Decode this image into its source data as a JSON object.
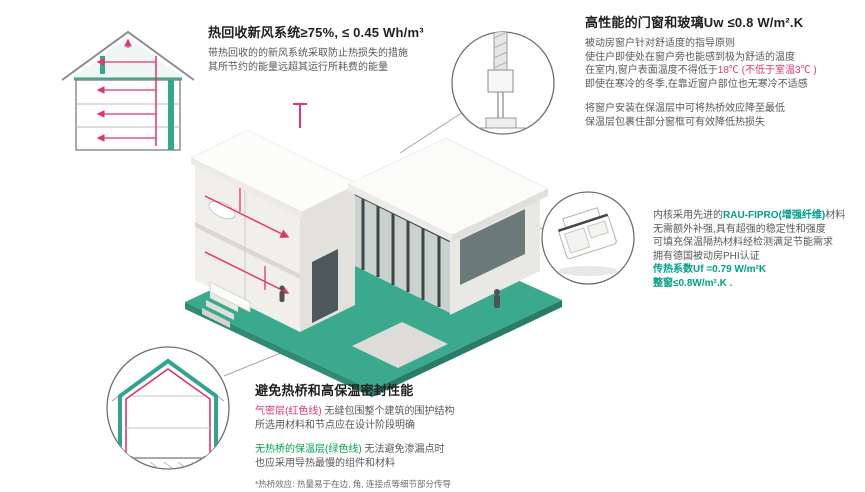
{
  "colors": {
    "teal_platform": "#35a78c",
    "red_airtight": "#e2356b",
    "green_insulation": "#00a651",
    "metric_green": "#00a08a",
    "heading_text": "#231f20",
    "body_text": "#58595b"
  },
  "illustrations": {
    "ventilation_house": "2d-house-section-with-red-airflow-arrows",
    "main_house": "isometric-cutaway-passive-house-on-teal-base",
    "window_detail": "window-installation-cross-section-callout",
    "window_profile": "upvc-window-profile-callout",
    "thermal_house": "house-section-with-insulation-and-airtight-line-callout"
  },
  "sections": {
    "heat_recovery": {
      "title": "热回收新风系统≥75%, ≤ 0.45 Wh/m³",
      "line1": "带热回收的的新风系统采取防止热损失的措施",
      "line2": "其所节约的能量远超其运行所耗费的能量"
    },
    "windows": {
      "title": "高性能的门窗和玻璃Uw ≤0.8 W/m².K",
      "p1l1": "被动房窗户针对舒适度的指导原则",
      "p1l2": "使住户即使处在窗户旁也能感到极为舒适的温度",
      "p1l3a": "在室内,窗户表面温度不得低于",
      "p1l3b": "18℃ (不低于室温3℃ )",
      "p1l4": "即使在寒冷的冬季,在靠近窗户部位也无寒冷不适感",
      "p2l1": "将窗户安装在保温层中可将热桥效应降至最低",
      "p2l2": "保温层包裹住部分窗框可有效降低热损失"
    },
    "profile": {
      "l1a": "内核采用先进的",
      "l1b": "RAU-FIPRO(增强纤维)",
      "l1c": "材料",
      "l2": "无需额外补强,具有超强的稳定性和强度",
      "l3": "可填充保温隔热材料经检测满足节能需求",
      "l4": "拥有德国被动房PHI认证",
      "l5": "传热系数Uf =0.79 W/m²K",
      "l6": "整窗≤0.8W/m².K ."
    },
    "thermal_bridge": {
      "title": "避免热桥和高保温密封性能",
      "l1a": "气密层(红色线)",
      "l1b": " 无缝包围整个建筑的围护结构",
      "l2": "所选用材料和节点应在设计阶段明确",
      "l3a": "无热桥的保温层(绿色线)",
      "l3b": " 无法避免渗漏点时",
      "l4": "也应采用导热最慢的组件和材料",
      "footnote": "*热桥效应: 热量易于在边, 角, 连接点等细节部分传导"
    }
  }
}
